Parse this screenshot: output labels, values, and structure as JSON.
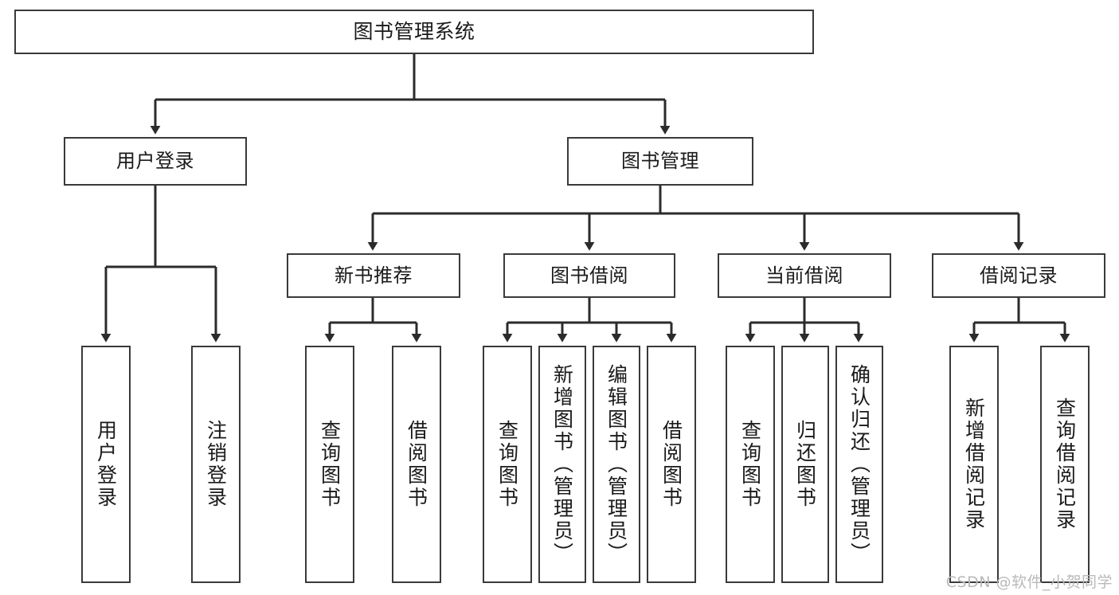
{
  "diagram": {
    "title": "图书管理系统",
    "type": "tree-hierarchy",
    "root": {
      "id": "root",
      "label": "图书管理系统"
    },
    "level2": [
      {
        "id": "user-login",
        "label": "用户登录"
      },
      {
        "id": "book-manage",
        "label": "图书管理"
      }
    ],
    "level3": [
      {
        "id": "new-book-recommend",
        "label": "新书推荐",
        "parent": "book-manage"
      },
      {
        "id": "book-borrow",
        "label": "图书借阅",
        "parent": "book-manage"
      },
      {
        "id": "current-borrow",
        "label": "当前借阅",
        "parent": "book-manage"
      },
      {
        "id": "borrow-record",
        "label": "借阅记录",
        "parent": "book-manage"
      }
    ],
    "leaves": [
      {
        "id": "leaf-user-login",
        "label": "用户登录",
        "parent": "user-login"
      },
      {
        "id": "leaf-logout",
        "label": "注销登录",
        "parent": "user-login"
      },
      {
        "id": "leaf-query-book-1",
        "label": "查询图书",
        "parent": "new-book-recommend"
      },
      {
        "id": "leaf-borrow-book-1",
        "label": "借阅图书",
        "parent": "new-book-recommend"
      },
      {
        "id": "leaf-query-book-2",
        "label": "查询图书",
        "parent": "book-borrow"
      },
      {
        "id": "leaf-add-book",
        "label": "新增图书（管理员）",
        "parent": "book-borrow"
      },
      {
        "id": "leaf-edit-book",
        "label": "编辑图书（管理员）",
        "parent": "book-borrow"
      },
      {
        "id": "leaf-borrow-book-2",
        "label": "借阅图书",
        "parent": "book-borrow"
      },
      {
        "id": "leaf-query-book-3",
        "label": "查询图书",
        "parent": "current-borrow"
      },
      {
        "id": "leaf-return-book",
        "label": "归还图书",
        "parent": "current-borrow"
      },
      {
        "id": "leaf-confirm-return",
        "label": "确认归还（管理员）",
        "parent": "current-borrow"
      },
      {
        "id": "leaf-add-record",
        "label": "新增借阅记录",
        "parent": "borrow-record"
      },
      {
        "id": "leaf-query-record",
        "label": "查询借阅记录",
        "parent": "borrow-record"
      }
    ],
    "watermark": "CSDN @软件_小贺同学",
    "colors": {
      "border": "#3a3a3a",
      "background": "#ffffff",
      "text": "#1a1a1a",
      "edge": "#2b2b2b",
      "watermark": "#b9b9b9"
    }
  }
}
